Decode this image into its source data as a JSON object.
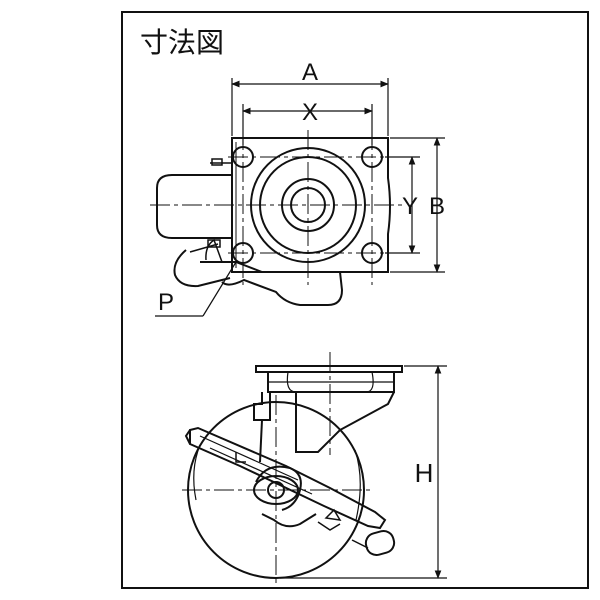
{
  "title": "寸法図",
  "labels": {
    "a": "A",
    "x": "X",
    "y": "Y",
    "b": "B",
    "p": "P",
    "h": "H"
  },
  "colors": {
    "line": "#111111",
    "background": "#ffffff"
  }
}
